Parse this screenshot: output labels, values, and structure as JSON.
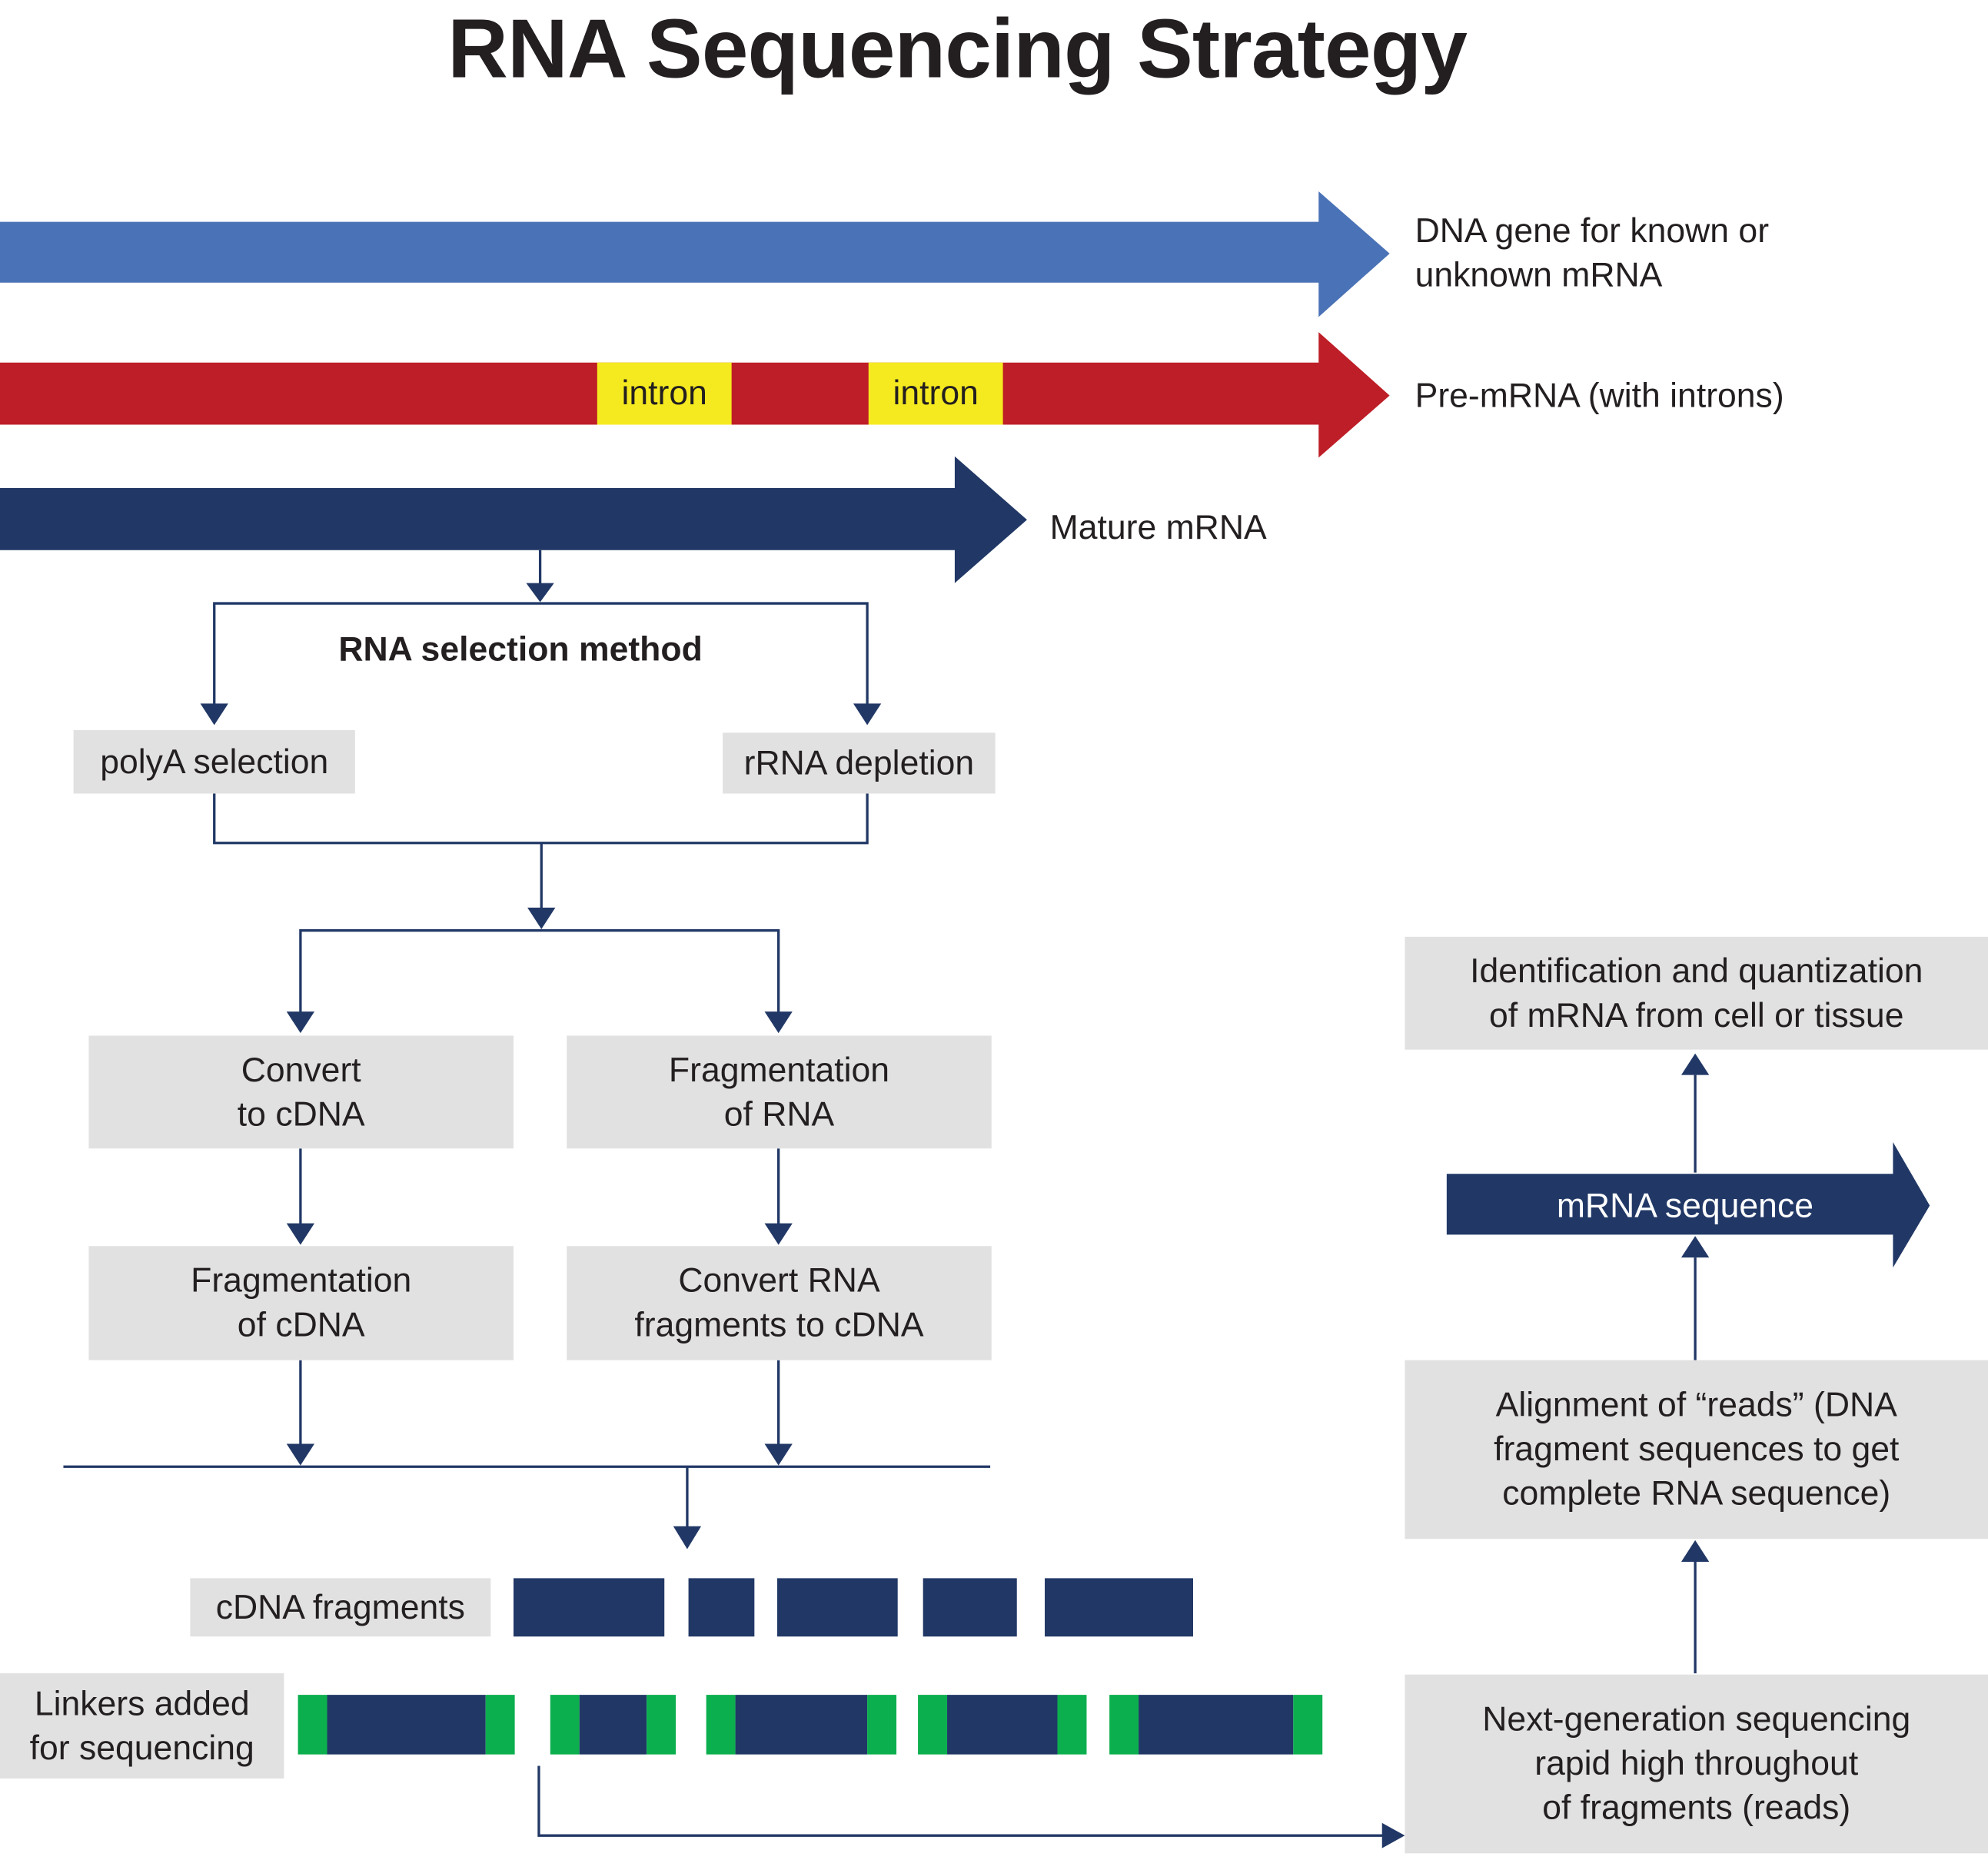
{
  "title": "RNA Sequencing Strategy",
  "colors": {
    "dna": "#4a72b6",
    "pre_mrna": "#be1e27",
    "intron": "#f5ea1f",
    "mature_mrna": "#213866",
    "linker": "#0caf4e",
    "box_bg": "#e1e1e1",
    "connector": "#213866"
  },
  "strands": {
    "dna_label_line1": "DNA gene for known or",
    "dna_label_line2": "unknown mRNA",
    "pre_mrna_label": "Pre-mRNA (with introns)",
    "intron_1": "intron",
    "intron_2": "intron",
    "mature_label": "Mature mRNA"
  },
  "selection": {
    "heading": "RNA selection method",
    "left": "polyA selection",
    "right": "rRNA depletion"
  },
  "paths": {
    "left_step1_line1": "Convert",
    "left_step1_line2": "to cDNA",
    "left_step2_line1": "Fragmentation",
    "left_step2_line2": "of cDNA",
    "right_step1_line1": "Fragmentation",
    "right_step1_line2": "of RNA",
    "right_step2_line1": "Convert RNA",
    "right_step2_line2": "fragments to cDNA"
  },
  "fragments": {
    "cdna_label": "cDNA fragments",
    "linkers_label_line1": "Linkers added",
    "linkers_label_line2": "for sequencing",
    "count": 5
  },
  "right_column": {
    "ngs_line1": "Next-generation sequencing",
    "ngs_line2": "rapid high throughout",
    "ngs_line3": "of fragments (reads)",
    "alignment_line1": "Alignment of “reads” (DNA",
    "alignment_line2": "fragment sequences to get",
    "alignment_line3": "complete RNA sequence)",
    "mrna_sequence": "mRNA sequence",
    "identification_line1": "Identification and quantization",
    "identification_line2": "of mRNA from cell or tissue"
  }
}
